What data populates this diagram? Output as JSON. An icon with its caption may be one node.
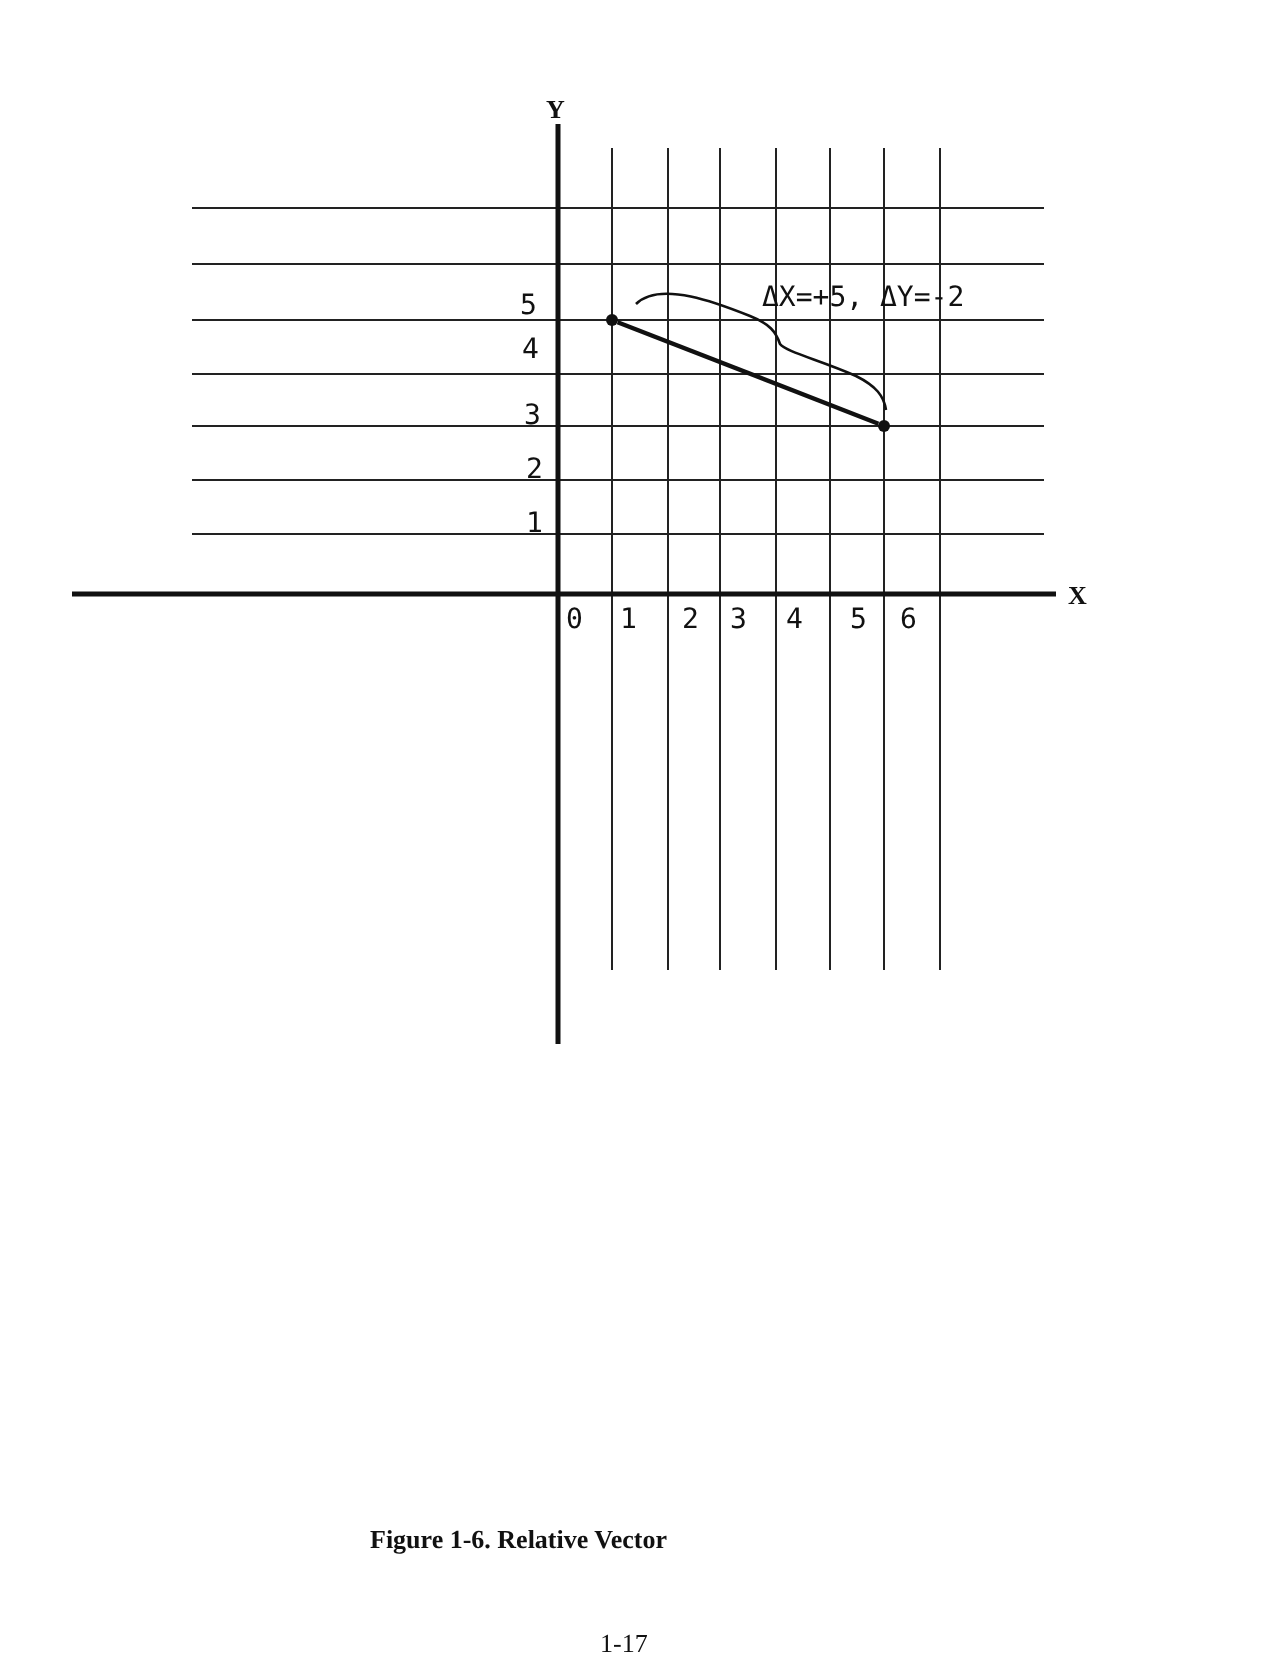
{
  "diagram": {
    "caption": "Figure 1-6. Relative Vector",
    "nodes": [
      {
        "text": [],
        "shape": "circle"
      },
      {
        "text": [],
        "shape": "circle"
      }
    ],
    "edges": [
      {
        "from": 0,
        "to": 1,
        "arrow": "none"
      }
    ],
    "labels": [
      "Y",
      "5",
      "4",
      "3",
      "2",
      "1",
      "ΔX=+5, ΔY=-2",
      "X",
      "0",
      "1",
      "2",
      "3",
      "4",
      "5",
      "6",
      "1-17"
    ]
  }
}
